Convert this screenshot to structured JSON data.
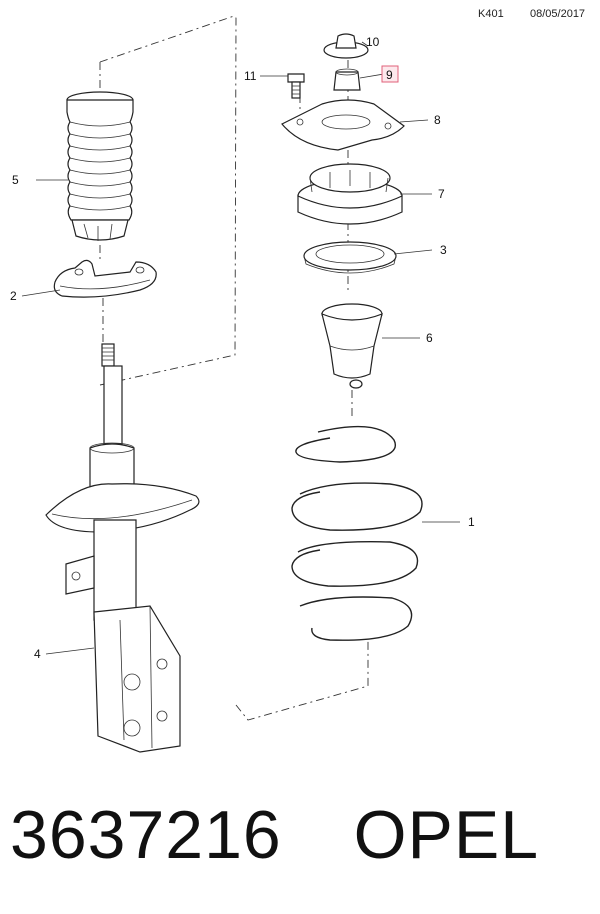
{
  "header": {
    "code": "K401",
    "date": "08/05/2017"
  },
  "callouts": [
    {
      "id": "1",
      "label": "1",
      "highlighted": false
    },
    {
      "id": "2",
      "label": "2",
      "highlighted": false
    },
    {
      "id": "3",
      "label": "3",
      "highlighted": false
    },
    {
      "id": "4",
      "label": "4",
      "highlighted": false
    },
    {
      "id": "5",
      "label": "5",
      "highlighted": false
    },
    {
      "id": "6",
      "label": "6",
      "highlighted": false
    },
    {
      "id": "7",
      "label": "7",
      "highlighted": false
    },
    {
      "id": "8",
      "label": "8",
      "highlighted": false
    },
    {
      "id": "9",
      "label": "9",
      "highlighted": true
    },
    {
      "id": "10",
      "label": "10",
      "highlighted": false
    },
    {
      "id": "11",
      "label": "11",
      "highlighted": false
    }
  ],
  "footer": {
    "part_number": "3637216",
    "brand": "OPEL"
  },
  "colors": {
    "highlight_border": "#e0607a",
    "highlight_fill": "#fde8ec",
    "line": "#222222"
  }
}
